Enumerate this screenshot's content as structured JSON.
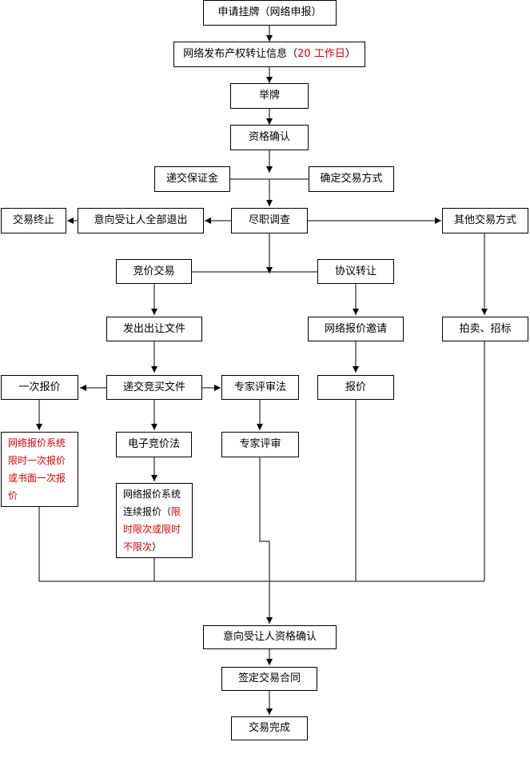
{
  "nodes": {
    "apply": "申请挂牌（网络申报）",
    "publish_pre": "网络发布产权转让信息（",
    "publish_days": "20 工作日",
    "publish_post": "）",
    "listing": "举牌",
    "qualify": "资格确认",
    "deposit": "递交保证金",
    "confirm_method": "确定交易方式",
    "due_diligence": "尽职调查",
    "all_withdraw": "意向受让人全部退出",
    "terminate": "交易终止",
    "other_methods": "其他交易方式",
    "bidding": "竞价交易",
    "agreement": "协议转让",
    "issue_docs": "发出出让文件",
    "online_invite": "网络报价邀请",
    "auction": "拍卖、招标",
    "one_bid": "一次报价",
    "submit_bid_docs": "递交竞买文件",
    "expert_method": "专家评审法",
    "quote": "报价",
    "one_bid_detail": "网络报价系统限时一次报价或书面一次报价",
    "e_bidding": "电子竞价法",
    "expert_review": "专家评审",
    "continuous_pre": "网络报价系统连续报价（",
    "continuous_red": "限时限次或限时不限次",
    "continuous_post": "）",
    "final_qualify": "意向受让人资格确认",
    "sign_contract": "签定交易合同",
    "complete": "交易完成"
  },
  "colors": {
    "line": "#000000",
    "highlight": "#d40000"
  }
}
